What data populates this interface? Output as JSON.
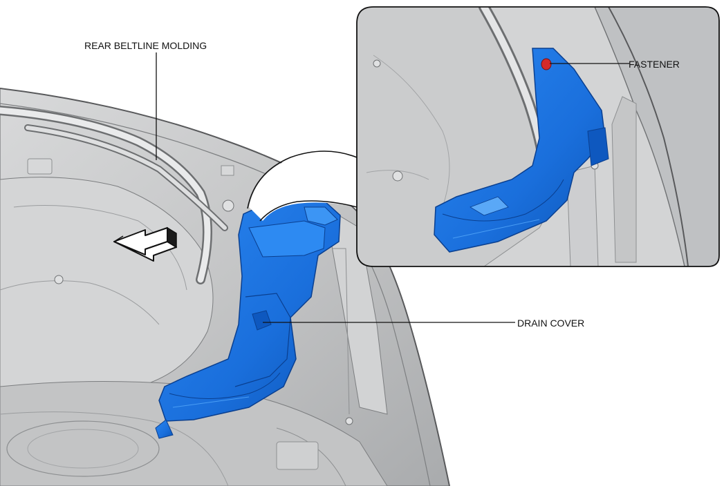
{
  "labels": {
    "rear_beltline_molding": "REAR BELTLINE MOLDING",
    "fastener": "FASTENER",
    "drain_cover": "DRAIN COVER"
  },
  "colors": {
    "background": "#ffffff",
    "body_panel": "#c9cacb",
    "body_panel_dark": "#8e9092",
    "body_panel_light": "#e6e7e8",
    "drain_cover": "#1a73e0",
    "drain_cover_dark": "#0b4fb0",
    "fastener": "#d42a2a",
    "leader_line": "#111111"
  },
  "icons": {
    "direction_arrow": "front-direction-arrow-icon"
  }
}
